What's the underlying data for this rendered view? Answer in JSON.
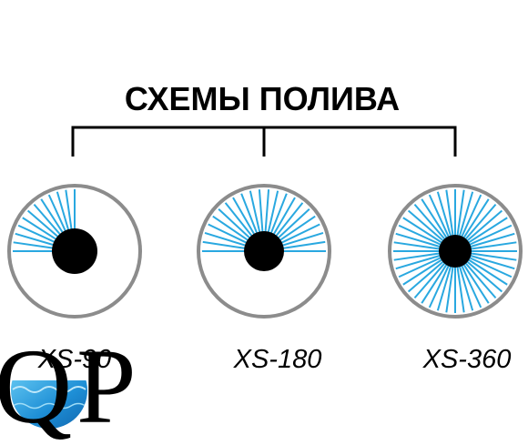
{
  "title": "СХЕМЫ ПОЛИВА",
  "colors": {
    "spray": "#29A8E0",
    "ring": "#8C8C8C",
    "nozzle": "#000000",
    "water": "#1E8FD6"
  },
  "patterns": [
    {
      "label": "XS-90",
      "arc_degrees": 90,
      "rays": 12
    },
    {
      "label": "XS-180",
      "arc_degrees": 180,
      "rays": 22
    },
    {
      "label": "XS-360",
      "arc_degrees": 360,
      "rays": 44
    }
  ],
  "logo": {
    "letters": "QP",
    "icon": "water-drop-logo"
  }
}
